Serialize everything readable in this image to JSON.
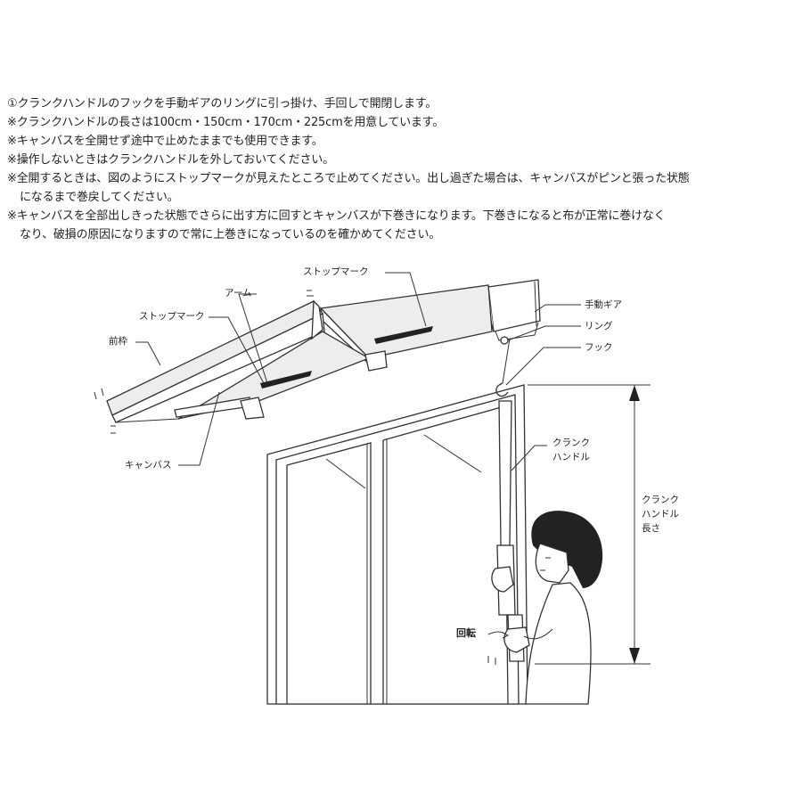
{
  "notes": [
    {
      "text": "①クランクハンドルのフックを手動ギアのリングに引っ掛け、手回しで開閉します。"
    },
    {
      "text": "※クランクハンドルの長さは100cm・150cm・170cm・225cmを用意しています。"
    },
    {
      "text": "※キャンバスを全開せず途中で止めたままでも使用できます。"
    },
    {
      "text": "※操作しないときはクランクハンドルを外しておいてください。"
    },
    {
      "text": "※全開するときは、図のようにストップマークが見えたところで止めてください。出し過ぎた場合は、キャンバスがピンと張った状態",
      "cont": "になるまで巻戻してください。"
    },
    {
      "text": "※キャンバスを全部出しきった状態でさらに出す方に回すとキャンバスが下巻きになります。下巻きになると布が正常に巻けなく",
      "cont": "なり、破損の原因になりますので常に上巻きになっているのを確かめてください。"
    }
  ],
  "labels": {
    "stop_mark_top": "ストップマーク",
    "arm": "アーム",
    "stop_mark_left": "ストップマーク",
    "front_frame": "前枠",
    "canvas": "キャンバス",
    "manual_gear": "手動ギア",
    "ring": "リング",
    "hook": "フック",
    "crank_handle": [
      "クランク",
      "ハンドル"
    ],
    "crank_length": [
      "クランク",
      "ハンドル",
      "長さ"
    ],
    "rotation": "回転"
  },
  "colors": {
    "line": "#333333",
    "canvas_fill": "#ededed",
    "dark_fill": "#222222",
    "background": "#ffffff"
  }
}
